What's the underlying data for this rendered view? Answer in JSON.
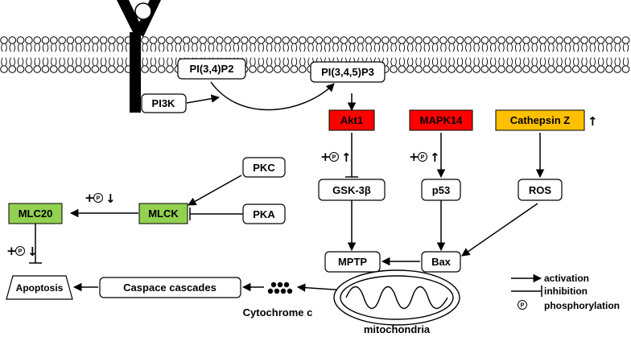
{
  "colors": {
    "red": "#ff0000",
    "orange": "#ffc000",
    "green": "#92d050",
    "white": "#ffffff",
    "black": "#000000"
  },
  "nodes": {
    "pi34p2": "PI(3,4)P2",
    "pi345p3": "PI(3,4,5)P3",
    "pi3k": "PI3K",
    "akt1": "Akt1",
    "mapk14": "MAPK14",
    "cathepsin_z": "Cathepsin Z",
    "gsk3b": "GSK-3β",
    "p53": "p53",
    "ros": "ROS",
    "pkc": "PKC",
    "pka": "PKA",
    "mlck": "MLCK",
    "mlc20": "MLC20",
    "mptp": "MPTP",
    "bax": "Bax",
    "apoptosis": "Apoptosis",
    "caspace": "Caspace cascades",
    "cytochrome": "Cytochrome c",
    "mitochondria": "mitochondria"
  },
  "marks": {
    "plus": "+",
    "p": "P",
    "up": "↑",
    "down": "↓"
  },
  "legend": {
    "activation": "activation",
    "inhibition": "inhibition",
    "phosphorylation": "phosphorylation"
  },
  "icons": {
    "receptor": "receptor-icon",
    "membrane": "lipid-bilayer-icon",
    "mitochondrion": "mitochondrion-icon",
    "cytochrome": "cytochrome-dots-icon"
  }
}
